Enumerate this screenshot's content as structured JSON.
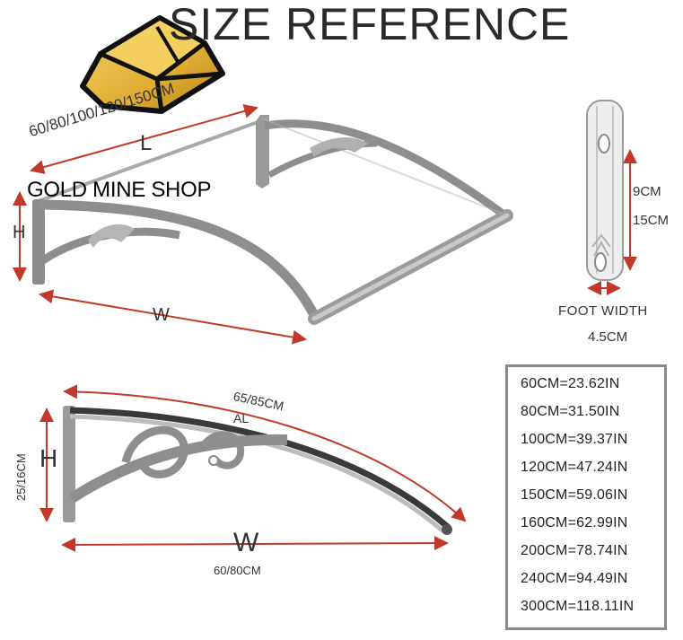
{
  "title": "SIZE REFERENCE",
  "watermark": "GOLD MINE SHOP",
  "top_diagram": {
    "length_label": "60/80/100/120/150CM",
    "l_letter": "L",
    "h_letter": "H",
    "w_letter": "W"
  },
  "foot": {
    "dim_9": "9CM",
    "dim_15": "15CM",
    "width_label": "FOOT WIDTH",
    "width_value": "4.5CM"
  },
  "side_diagram": {
    "arc_label": "65/85CM",
    "al_label": "AL",
    "h_letter": "H",
    "h_values": "25/16CM",
    "w_letter": "W",
    "w_values": "60/80CM"
  },
  "conversions": [
    "60CM=23.62IN",
    "80CM=31.50IN",
    "100CM=39.37IN",
    "120CM=47.24IN",
    "150CM=59.06IN",
    "160CM=62.99IN",
    "200CM=78.74IN",
    "240CM=94.49IN",
    "300CM=118.11IN"
  ],
  "colors": {
    "frame": "#8e8e8e",
    "frame_light": "#bdbdbd",
    "arrow": "#c0392b",
    "gold": "#e2b33c"
  }
}
